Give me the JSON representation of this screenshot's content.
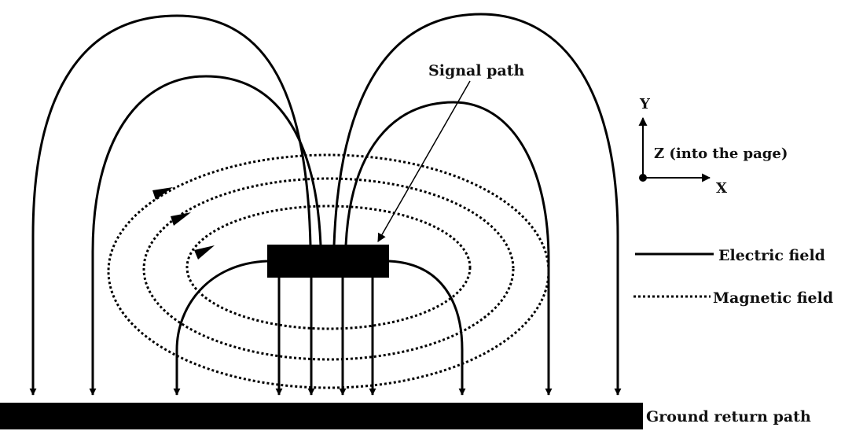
{
  "labels": {
    "signal_path": "Signal path",
    "axis_y": "Y",
    "axis_z": "Z (into the page)",
    "axis_x": "X",
    "legend_electric": "Electric field",
    "legend_magnetic": "Magnetic field",
    "ground": "Ground return path"
  },
  "colors": {
    "ink": "#000000",
    "background": "#ffffff"
  }
}
